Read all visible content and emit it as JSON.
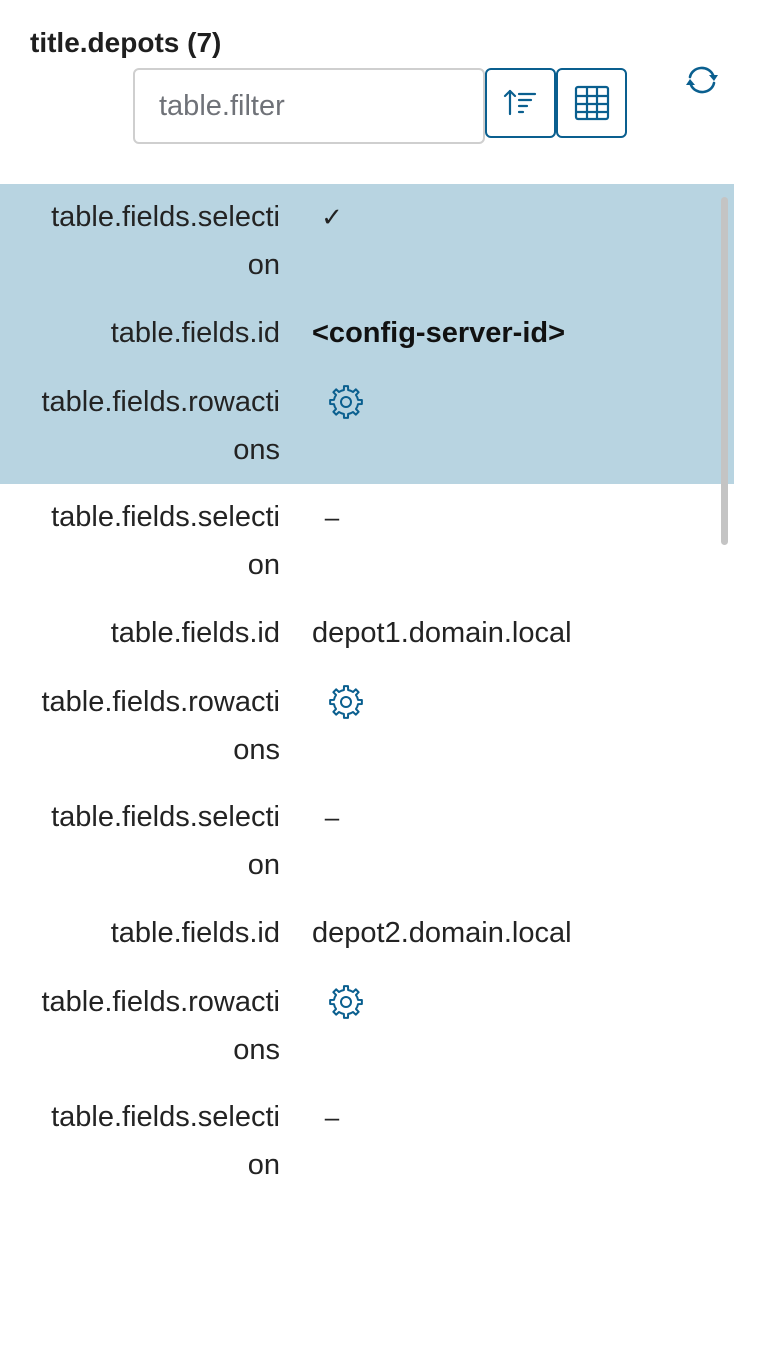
{
  "header": {
    "title": "title.depots (7)",
    "filter_placeholder": "table.filter"
  },
  "toolbar": {
    "sort_icon": "sort-ascending-icon",
    "columns_icon": "table-columns-icon",
    "refresh_icon": "refresh-icon"
  },
  "table": {
    "labels": {
      "selection_line1": "table.fields.selecti",
      "selection_line2": "on",
      "id": "table.fields.id",
      "rowactions_line1": "table.fields.rowacti",
      "rowactions_line2": "ons"
    },
    "rows": [
      {
        "selected": true,
        "selection_mark": "✓",
        "id": "<config-server-id>",
        "action_icon": "gear-icon"
      },
      {
        "selected": false,
        "selection_mark": "–",
        "id": "depot1.domain.local",
        "action_icon": "gear-icon"
      },
      {
        "selected": false,
        "selection_mark": "–",
        "id": "depot2.domain.local",
        "action_icon": "gear-icon"
      },
      {
        "selected": false,
        "selection_mark": "–"
      }
    ]
  },
  "colors": {
    "accent": "#0a5f8f",
    "selected_row": "#b8d4e1",
    "text": "#232323"
  }
}
